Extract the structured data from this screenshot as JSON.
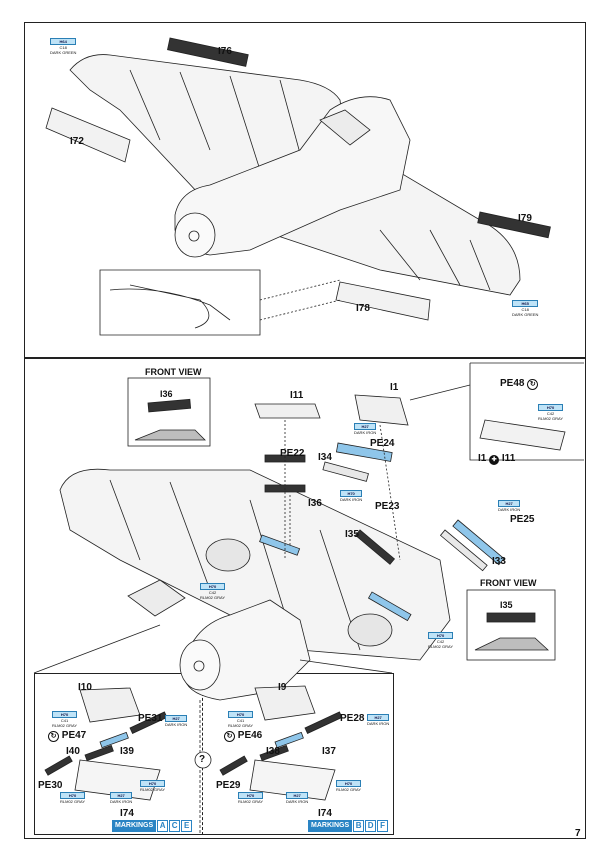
{
  "page_number": "7",
  "top_section": {
    "labels": {
      "i76": "I76",
      "i72": "I72",
      "i79": "I79",
      "i78": "I78"
    },
    "tags": [
      {
        "code": "H64",
        "sub": "C18",
        "name": "DARK GREEN"
      },
      {
        "code": "H65",
        "sub": "C18",
        "name": "DARK GREEN"
      }
    ]
  },
  "mid_section": {
    "front_view_left": {
      "title": "FRONT VIEW",
      "part": "I36"
    },
    "front_view_right": {
      "title": "FRONT VIEW",
      "part": "I35"
    },
    "labels": {
      "i11": "I11",
      "i1": "I1",
      "i34": "I34",
      "pe22": "PE22",
      "pe24": "PE24",
      "i36": "I36",
      "pe23": "PE23",
      "i35": "I35",
      "pe25": "PE25",
      "i33": "I33"
    },
    "inset": {
      "pe48": "PE48",
      "i1_i11": "I1",
      "i11": "I11",
      "tag_code": "H70",
      "tag_sub": "C42",
      "tag_name": "RLM02 GRAY"
    },
    "tags": [
      {
        "code": "H27",
        "sub": "C42",
        "name": "DARK IRON"
      },
      {
        "code": "H70",
        "sub": "C42",
        "name": "DARK IRON"
      },
      {
        "code": "H27",
        "sub": "C42",
        "name": "DARK IRON"
      },
      {
        "code": "H70",
        "sub": "C42",
        "name": "RLM02 GRAY"
      },
      {
        "code": "H70",
        "sub": "C42",
        "name": "RLM02 GRAY"
      }
    ]
  },
  "bottom_left": {
    "labels": {
      "i10": "I10",
      "pe47": "PE47",
      "pe31": "PE31",
      "i40": "I40",
      "i39": "I39",
      "pe30": "PE30",
      "i74": "I74"
    },
    "markings_label": "MARKINGS",
    "markings": [
      "A",
      "C",
      "E"
    ],
    "tags": [
      {
        "code": "H70",
        "sub": "C41",
        "name": "RLM02 GRAY"
      },
      {
        "code": "H27",
        "sub": "C42",
        "name": "DARK IRON"
      },
      {
        "code": "H70",
        "sub": "C42",
        "name": "RLM02 GRAY"
      },
      {
        "code": "H27",
        "sub": "C42",
        "name": "DARK IRON"
      },
      {
        "code": "H70",
        "sub": "C42",
        "name": "RLM02 GRAY"
      }
    ]
  },
  "bottom_right": {
    "labels": {
      "i9": "I9",
      "pe46": "PE46",
      "pe28": "PE28",
      "i38": "I38",
      "i37": "I37",
      "pe29": "PE29",
      "i74": "I74"
    },
    "markings_label": "MARKINGS",
    "markings": [
      "B",
      "D",
      "F"
    ],
    "tags": [
      {
        "code": "H70",
        "sub": "C41",
        "name": "RLM02 GRAY"
      },
      {
        "code": "H27",
        "sub": "C42",
        "name": "DARK IRON"
      },
      {
        "code": "H70",
        "sub": "C42",
        "name": "RLM02 GRAY"
      },
      {
        "code": "H27",
        "sub": "C42",
        "name": "DARK IRON"
      },
      {
        "code": "H70",
        "sub": "C42",
        "name": "RLM02 GRAY"
      }
    ]
  },
  "option_mark": "?",
  "colors": {
    "tag_fill": "#bfe3f7",
    "tag_border": "#2a7fb5",
    "markings_blue": "#2a84c4",
    "part_highlight": "#8fc6ea"
  }
}
